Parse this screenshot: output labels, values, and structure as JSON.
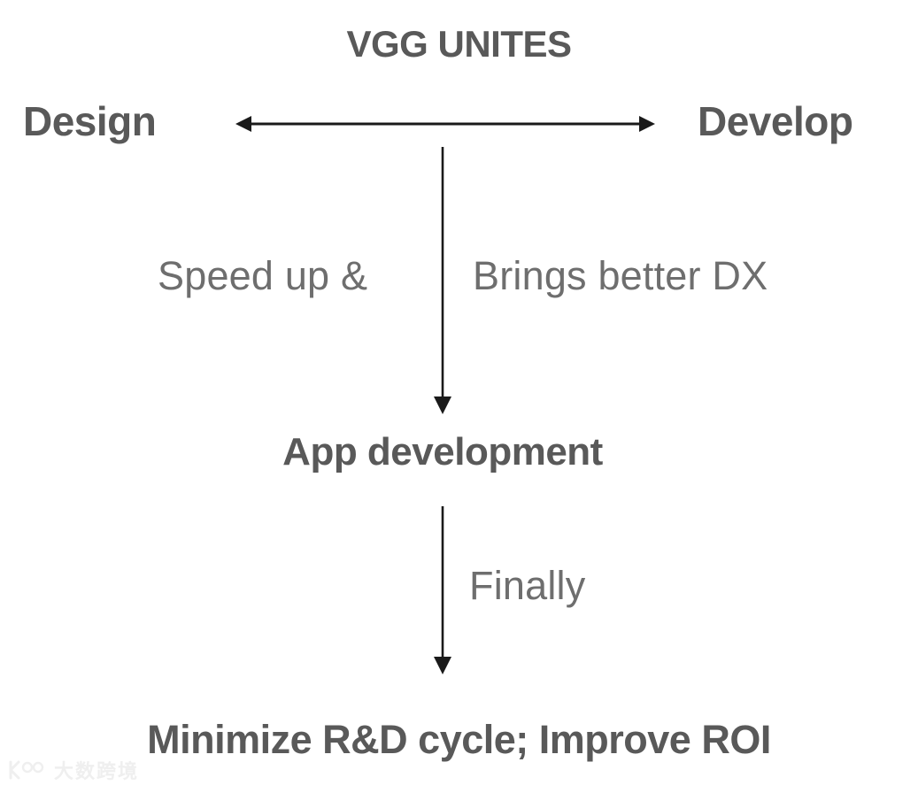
{
  "diagram": {
    "title": "VGG UNITES",
    "background_color": "#ffffff",
    "text_color_bold": "#595959",
    "text_color_light": "#6e6e6e",
    "connector_color": "#1a1a1a",
    "nodes": {
      "design": "Design",
      "develop": "Develop",
      "app_development": "App development",
      "outcome": "Minimize R&D cycle; Improve ROI"
    },
    "edge_labels": {
      "speed_up": "Speed up &",
      "better_dx": "Brings better DX",
      "finally": "Finally"
    },
    "connectors": [
      {
        "name": "design-develop-arrow",
        "from": "Design",
        "to": "Develop",
        "direction": "bidirectional",
        "orientation": "horizontal"
      },
      {
        "name": "to-app-development-arrow",
        "from": "Design / Develop",
        "to": "App development",
        "direction": "down",
        "orientation": "vertical",
        "label": "Speed up & Brings better DX"
      },
      {
        "name": "to-outcome-arrow",
        "from": "App development",
        "to": "Minimize R&D cycle; Improve ROI",
        "direction": "down",
        "orientation": "vertical",
        "label": "Finally"
      }
    ]
  },
  "watermark": {
    "logo_text": "K",
    "text": "大数跨境",
    "color": "#efefef"
  }
}
